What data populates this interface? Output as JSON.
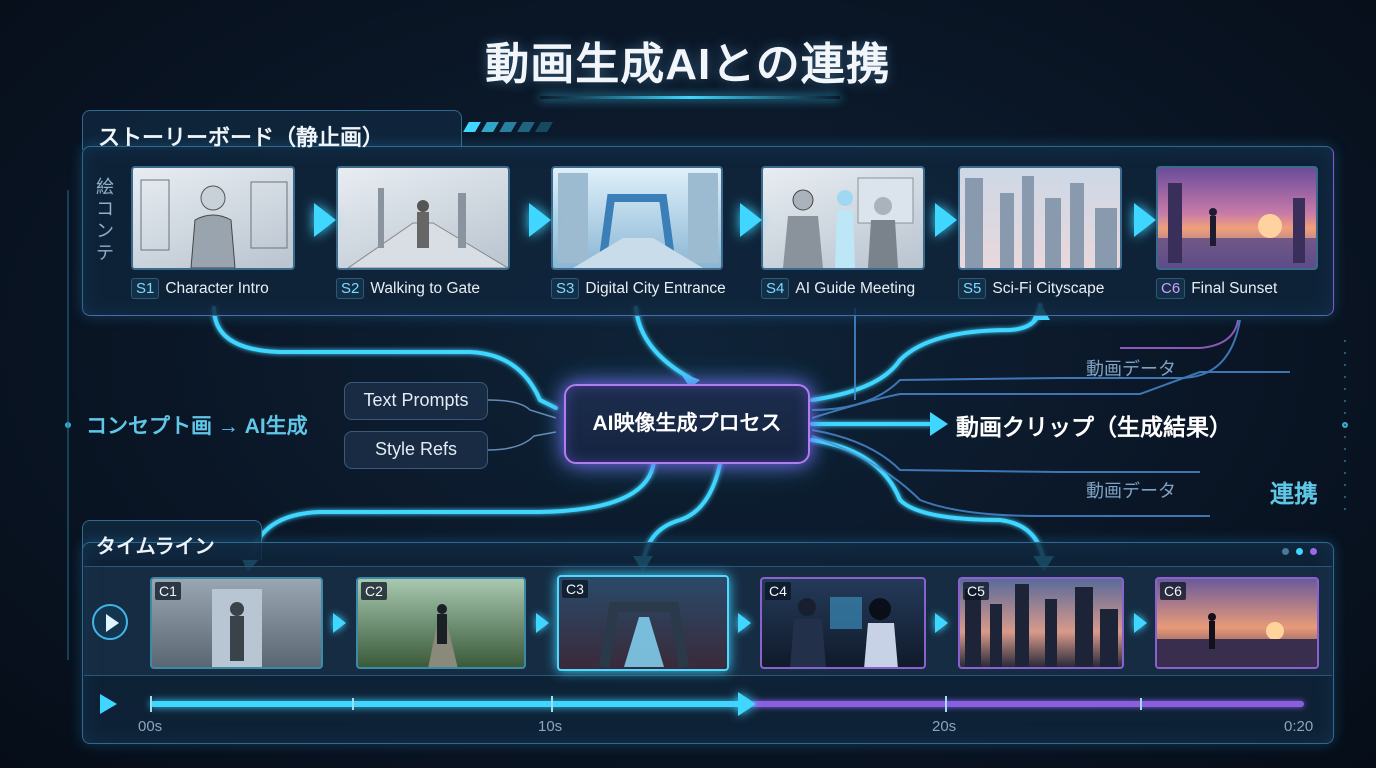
{
  "title": "動画生成AIとの連携",
  "storyboard": {
    "title": "ストーリーボード（静止画）",
    "side_label": [
      "絵",
      "コ",
      "ン",
      "テ"
    ],
    "frames": [
      {
        "id": "S1",
        "label": "Character Intro",
        "badge_color": "cyan"
      },
      {
        "id": "S2",
        "label": "Walking to Gate",
        "badge_color": "cyan"
      },
      {
        "id": "S3",
        "label": "Digital City Entrance",
        "badge_color": "cyan"
      },
      {
        "id": "S4",
        "label": "AI Guide Meeting",
        "badge_color": "cyan"
      },
      {
        "id": "S5",
        "label": "Sci-Fi Cityscape",
        "badge_color": "cyan"
      },
      {
        "id": "C6",
        "label": "Final Sunset",
        "badge_color": "purple"
      }
    ]
  },
  "process": {
    "concept_label": "コンセプト画 → AI生成",
    "inputs": [
      "Text Prompts",
      "Style Refs"
    ],
    "core_label": "AI映像生成プロセス",
    "output_label": "動画クリップ（生成結果）",
    "data_labels": [
      "動画データ",
      "動画データ"
    ],
    "link_label": "連携"
  },
  "timeline": {
    "title": "タイムライン",
    "clips": [
      {
        "id": "C1",
        "scene": "corridor"
      },
      {
        "id": "C2",
        "scene": "forest path"
      },
      {
        "id": "C3",
        "scene": "digital gate",
        "active": true
      },
      {
        "id": "C4",
        "scene": "ai guide"
      },
      {
        "id": "C5",
        "scene": "cityscape"
      },
      {
        "id": "C6",
        "scene": "sunset"
      }
    ],
    "ticks": [
      "00s",
      "10s",
      "20s",
      "0:20"
    ]
  },
  "colors": {
    "cyan": "#3fd6ff",
    "purple": "#8a5ee0",
    "background": "#0a1626",
    "panel": "#10263c"
  }
}
